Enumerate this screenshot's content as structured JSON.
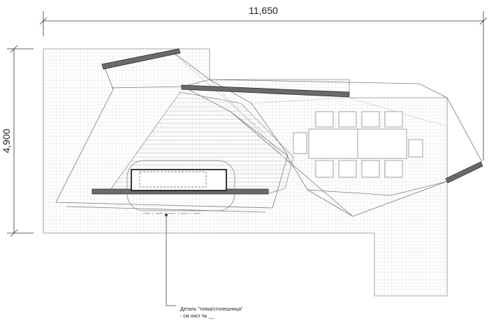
{
  "dimensions": {
    "width": "11,650",
    "height": "4,900"
  },
  "callout": {
    "line1": "Деталь \"топка/столешница\"",
    "line2": "- см лист № __"
  },
  "colors": {
    "line": "#6f6f6f",
    "grid": "#d4d4d4",
    "hatch": "#c9c9c9",
    "wall_fill": "#6a6a6a",
    "wall_stroke": "#2a2a2a"
  }
}
